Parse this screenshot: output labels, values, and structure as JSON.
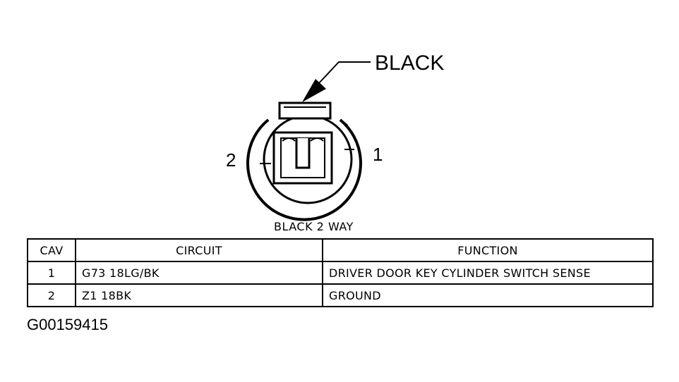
{
  "connector": {
    "color_callout": "BLACK",
    "pin_left": "2",
    "pin_right": "1",
    "caption": "BLACK 2 WAY"
  },
  "table": {
    "headers": {
      "cav": "CAV",
      "circuit": "CIRCUIT",
      "function": "FUNCTION"
    },
    "rows": [
      {
        "cav": "1",
        "circuit": "G73 18LG/BK",
        "function": "DRIVER DOOR KEY CYLINDER SWITCH SENSE"
      },
      {
        "cav": "2",
        "circuit": "Z1 18BK",
        "function": "GROUND"
      }
    ]
  },
  "figure_id": "G00159415"
}
